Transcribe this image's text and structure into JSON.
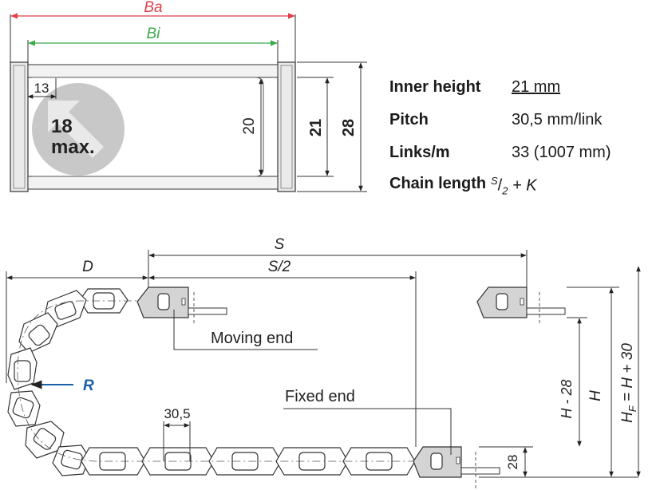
{
  "cross_section": {
    "outer_width_label": "Ba",
    "inner_width_label": "Bi",
    "separator_offset": "13",
    "max_separators_value": "18",
    "max_separators_unit": "max.",
    "inner_height_dim": "20",
    "chain_height_inner_dim": "21",
    "chain_height_outer_dim": "28",
    "colors": {
      "ba_line": "#e0404a",
      "bi_line": "#3aaa4a",
      "badge": "#c8c8c8",
      "bracket": "#d0d0d0"
    }
  },
  "specs": [
    {
      "label": "Inner height",
      "value": "21 mm",
      "underlined": true
    },
    {
      "label": "Pitch",
      "value": "30,5 mm/link",
      "underlined": false
    },
    {
      "label": "Links/m",
      "value": "33 (1007 mm)",
      "underlined": false
    },
    {
      "label": "Chain length",
      "value": "S/2 + K",
      "underlined": false
    }
  ],
  "chain_length_formula": {
    "numerator": "S",
    "denominator": "2",
    "operator": "+ K"
  },
  "side_view": {
    "travel_label": "S",
    "half_travel_label": "S/2",
    "radius_offset_label": "D",
    "moving_end_label": "Moving end",
    "fixed_end_label": "Fixed end",
    "radius_label": "R",
    "pitch_label": "30,5",
    "height_label": "28",
    "h_minus_label": "H - 28",
    "h_label": "H",
    "hf_label_main": "H",
    "hf_label_sub": "F",
    "hf_label_rest": " = H + 30",
    "colors": {
      "radius": "#1a5fa8",
      "bracket": "#d4d4d4"
    }
  }
}
